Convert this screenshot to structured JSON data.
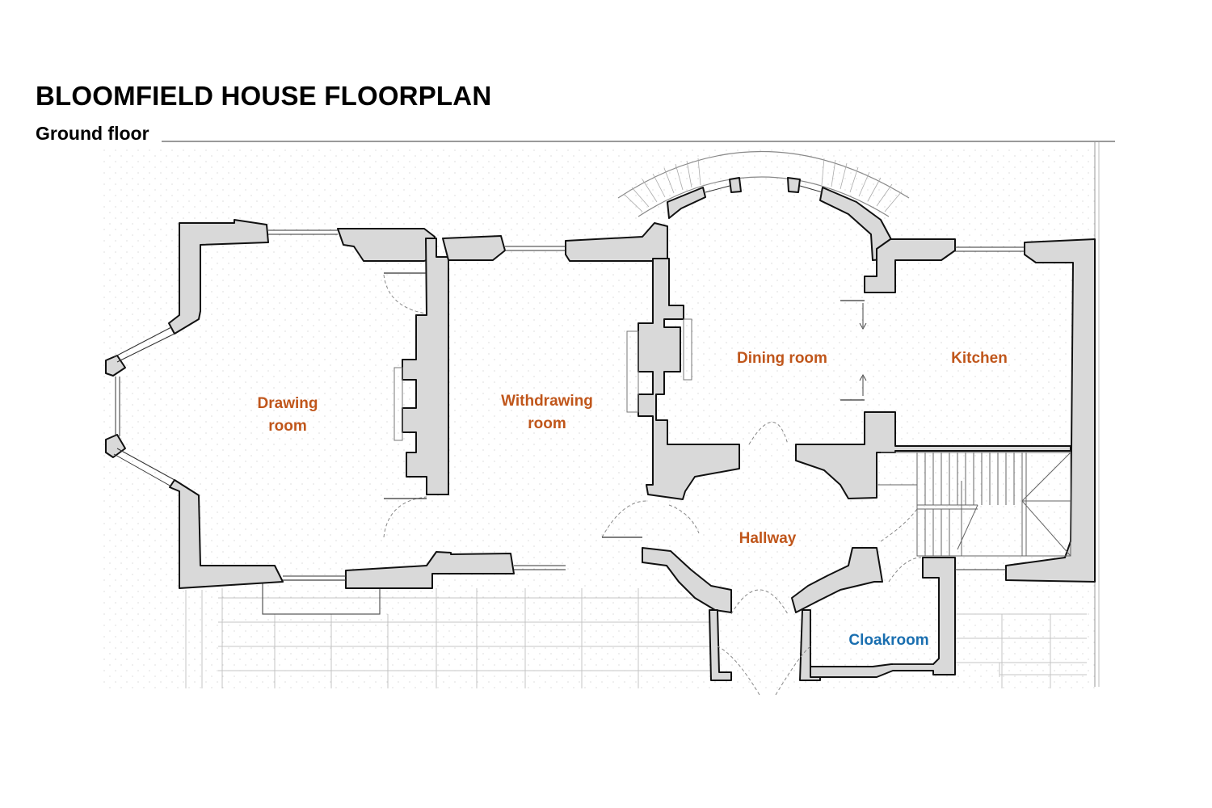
{
  "title": "BLOOMFIELD HOUSE FLOORPLAN",
  "subtitle": "Ground floor",
  "colors": {
    "wall_fill": "#d9d9d9",
    "wall_stroke": "#111111",
    "main_room_label": "#c0561b",
    "cloakroom_label": "#1a6fb0",
    "title": "#000000"
  },
  "rooms": [
    {
      "id": "drawing-room",
      "label_line1": "Drawing",
      "label_line2": "room",
      "color": "#c0561b"
    },
    {
      "id": "withdrawing-room",
      "label_line1": "Withdrawing",
      "label_line2": "room",
      "color": "#c0561b"
    },
    {
      "id": "dining-room",
      "label_line1": "Dining room",
      "label_line2": "",
      "color": "#c0561b"
    },
    {
      "id": "kitchen",
      "label_line1": "Kitchen",
      "label_line2": "",
      "color": "#c0561b"
    },
    {
      "id": "hallway",
      "label_line1": "Hallway",
      "label_line2": "",
      "color": "#c0561b"
    },
    {
      "id": "cloakroom",
      "label_line1": "Cloakroom",
      "label_line2": "",
      "color": "#1a6fb0"
    }
  ]
}
